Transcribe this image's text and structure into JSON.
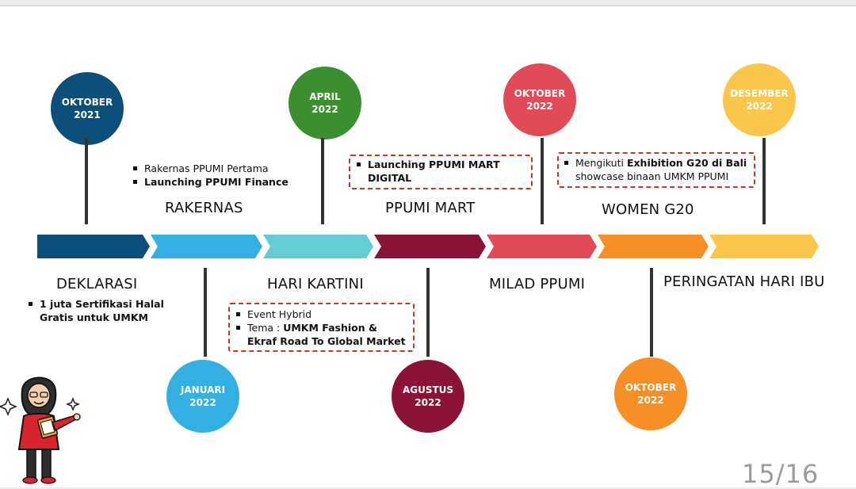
{
  "slide": {
    "page_number": "15/16",
    "timeline": {
      "segment_colors": [
        "#0d4f7b",
        "#33afe2",
        "#63ccd5",
        "#8c1338",
        "#e14b57",
        "#f68f28",
        "#fbc64c"
      ]
    },
    "milestones": {
      "oktober_2021": {
        "date_line1": "OKTOBER",
        "date_line2": "2021",
        "color": "#0d4f7b",
        "title": "DEKLARASI",
        "bullets": [
          {
            "bold": "1 juta Sertifikasi Halal Gratis untuk UMKM"
          }
        ]
      },
      "januari_2022": {
        "date_line1": "JANUARI",
        "date_line2": "2022",
        "color": "#33afe2",
        "title": "RAKERNAS",
        "bullets": [
          {
            "text": "Rakernas PPUMI Pertama"
          },
          {
            "bold": "Launching PPUMI Finance"
          }
        ]
      },
      "april_2022": {
        "date_line1": "APRIL",
        "date_line2": "2022",
        "color": "#3c8f30",
        "title": "HARI KARTINI",
        "bullets": [
          {
            "text": "Event Hybrid"
          },
          {
            "prefix": "Tema : ",
            "bold": "UMKM Fashion & Ekraf Road To Global Market"
          }
        ]
      },
      "agustus_2022": {
        "date_line1": "AGUSTUS",
        "date_line2": "2022",
        "color": "#8c1338",
        "title": "PPUMI MART",
        "bullets": [
          {
            "bold": "Launching PPUMI MART DIGITAL"
          }
        ]
      },
      "oktober_2022_milad": {
        "date_line1": "OKTOBER",
        "date_line2": "2022",
        "color": "#e14b57",
        "title": "MILAD PPUMI"
      },
      "oktober_2022_g20": {
        "date_line1": "OKTOBER",
        "date_line2": "2022",
        "color": "#f68f28",
        "title": "WOMEN G20",
        "bullets": [
          {
            "prefix": "Mengikuti ",
            "bold": "Exhibition G20 di Bali",
            "suffix": "showcase binaan UMKM PPUMI"
          }
        ]
      },
      "desember_2022": {
        "date_line1": "DESEMBER",
        "date_line2": "2022",
        "color": "#fbc64c",
        "title": "PERINGATAN HARI IBU"
      }
    }
  }
}
